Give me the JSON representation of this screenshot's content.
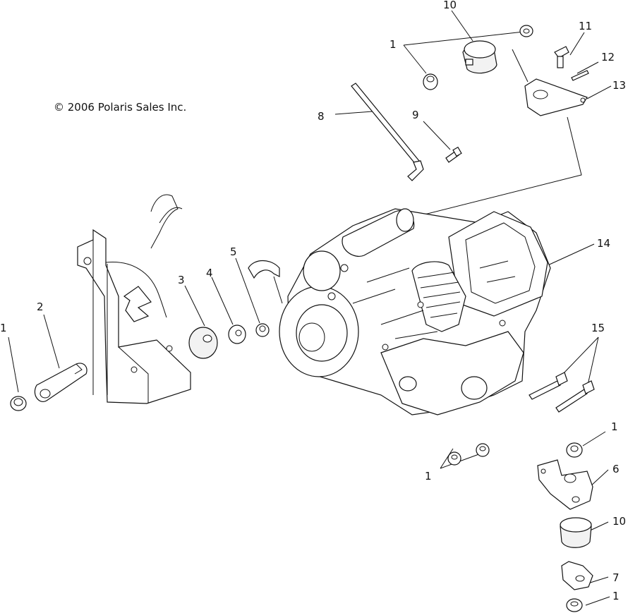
{
  "copyright": "© 2006 Polaris Sales Inc.",
  "callouts": [
    "1",
    "2",
    "3",
    "4",
    "5",
    "1",
    "8",
    "9",
    "10",
    "11",
    "12",
    "13",
    "14",
    "15",
    "1",
    "1",
    "6",
    "10",
    "7",
    "1"
  ],
  "colors": {
    "ink": "#111111",
    "paper": "#ffffff"
  }
}
